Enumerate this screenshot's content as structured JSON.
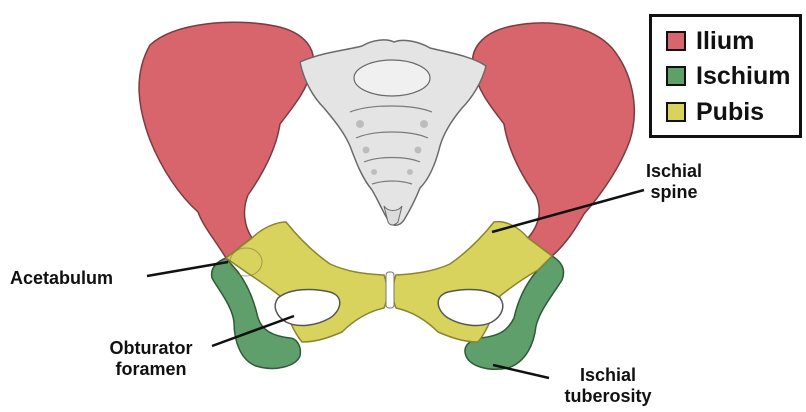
{
  "legend": {
    "items": [
      {
        "label": "Ilium",
        "color": "#d8656b"
      },
      {
        "label": "Ischium",
        "color": "#5f9f6c"
      },
      {
        "label": "Pubis",
        "color": "#d7d35c"
      }
    ]
  },
  "labels": {
    "ischial_spine_line1": "Ischial",
    "ischial_spine_line2": "spine",
    "acetabulum": "Acetabulum",
    "obturator_line1": "Obturator",
    "obturator_line2": "foramen",
    "tuberosity_line1": "Ischial",
    "tuberosity_line2": "tuberosity"
  },
  "colors": {
    "ilium": "#d8656b",
    "ischium": "#5f9f6c",
    "pubis": "#d7d35c",
    "sacrum": "#e4e4e4",
    "outline": "#6a6a6a",
    "leader_line": "#111111"
  },
  "icons": [
    "pelvis-illustration",
    "sacrum-illustration"
  ]
}
